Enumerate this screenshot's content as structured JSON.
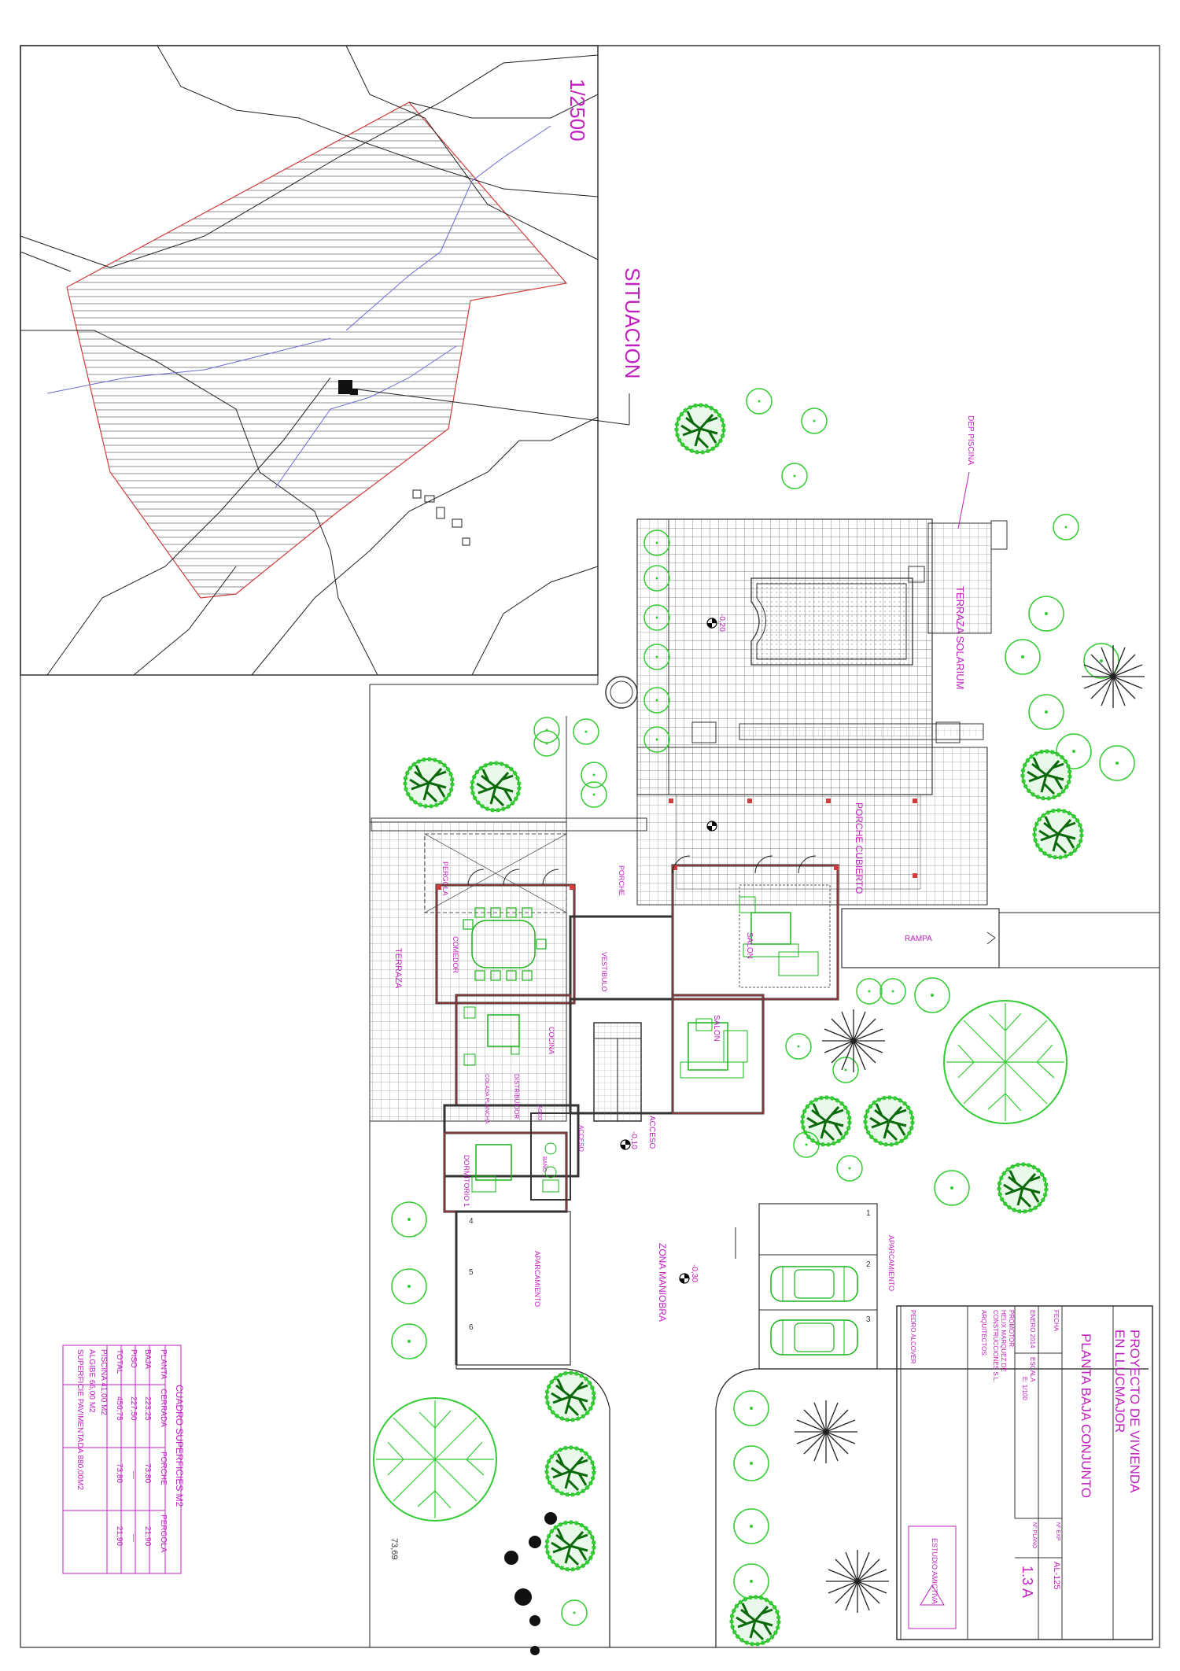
{
  "colors": {
    "annotation": "#c020c0",
    "vegetation": "#33cc33",
    "linework": "#222222",
    "boundary": "#d23c3c"
  },
  "situacion": {
    "scale": "1/2500",
    "title": "SITUACION"
  },
  "rooms": {
    "comedor": "COMEDOR",
    "cocina": "COCINA",
    "salon": "SALON",
    "salon2": "SALON",
    "vestibulo": "VESTIBULO",
    "distribuidor": "DISTRIBUIDOR",
    "dormitorio": "DORMITORIO 1",
    "plancha": "COLADA PLANCHA",
    "aseo": "ASEO",
    "bano": "BAÑO",
    "acceso": "ACCESO",
    "acceso2": "ACCESO"
  },
  "areas": {
    "terraza": "TERRAZA",
    "terraza_solarium": "TERRAZA SOLARIUM",
    "porche_cubierto": "PORCHE CUBIERTO",
    "porche": "PORCHE",
    "pergola": "PERGOLA",
    "rampa": "RAMPA",
    "zona_maniobra": "ZONA MANIOBRA",
    "aparcamiento": "APARCAMIENTO",
    "aparcamiento2": "APARCAMIENTO",
    "dep_piscina": "DEP PISCINA"
  },
  "levels": {
    "pool": "-0,20",
    "acceso": "-0,10",
    "maniobra": "-0,30",
    "spot": "73,69"
  },
  "parking_numbers": [
    "1",
    "2",
    "3",
    "4",
    "5",
    "6"
  ],
  "title_block": {
    "project_line1": "PROYECTO DE VIVIENDA",
    "project_line2": "EN LLUCMAJOR",
    "plan_title": "PLANTA BAJA CONJUNTO",
    "exp_label": "Nº EXP",
    "exp_value": "AL-125",
    "fecha_label": "FECHA",
    "fecha_value": "ENERO 2014",
    "escala_label": "ESCALA",
    "escala_value": "E: 1/100",
    "plano_label": "Nº PLANO",
    "plano_value": "1.3 A",
    "promotor_label": "PROMOTOR:",
    "promotor_line1": "HELIX MARQUEZ DE",
    "promotor_line2": "CONSTRUCCIONES S.L.",
    "arquitectos_label": "ARQUITECTOS:",
    "arquitecto_name": "PEDRO ALCOVER",
    "studio": "ESTUDIO AMICTIVA"
  },
  "surfaces": {
    "title": "CUADRO SUPERFICIES M2",
    "headers": [
      "PLANTA",
      "CERRADA",
      "PORCHE",
      "PERGOLA"
    ],
    "rows": [
      [
        "BAJA",
        "223,25",
        "73,80",
        "21,90"
      ],
      [
        "PISO",
        "227,50",
        "—",
        "—"
      ],
      [
        "TOTAL",
        "450,75",
        "73,80",
        "21,90"
      ]
    ],
    "piscina": "PISCINA   41,00 M2",
    "aljibe": "ALGIBE   66,00 M2",
    "pavimentada": "SUPERFICIE PAVIMENTADA 880,00M2"
  }
}
